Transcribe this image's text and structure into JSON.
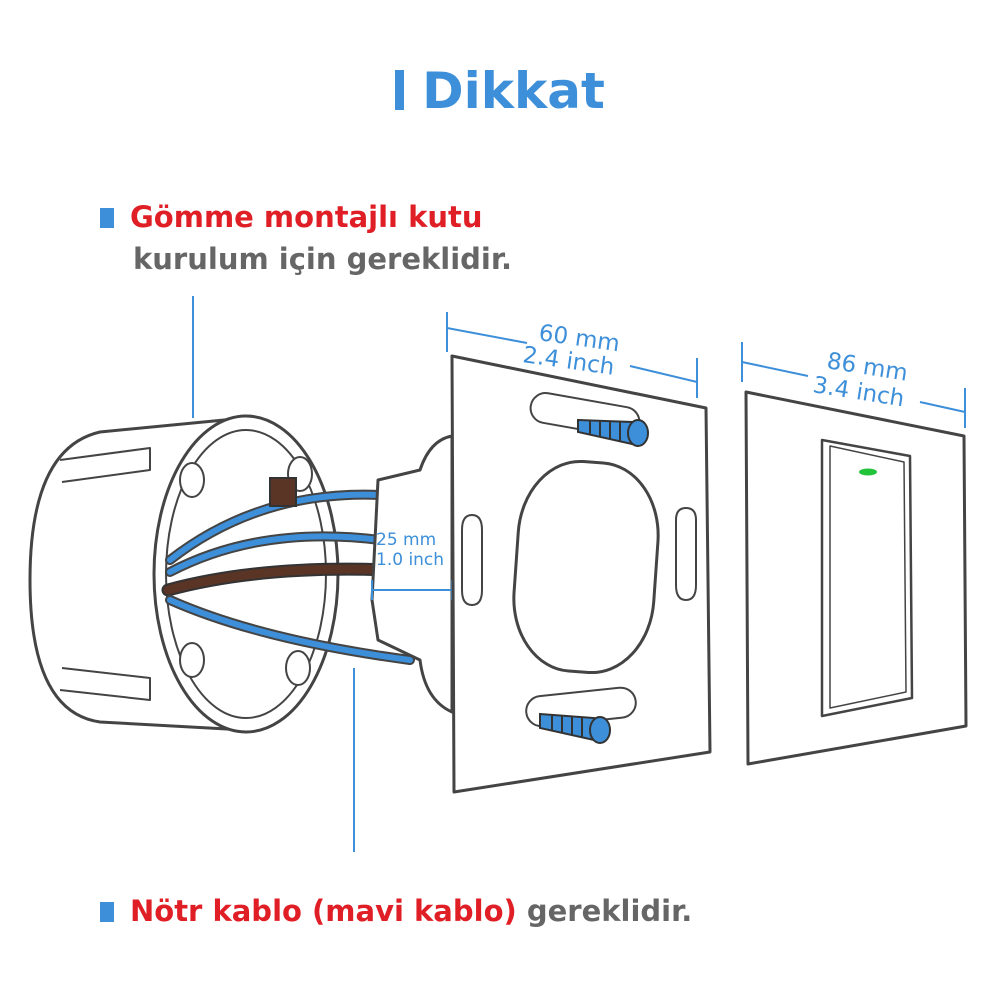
{
  "title": "Dikkat",
  "notes": {
    "box_highlight": "Gömme montajlı kutu",
    "box_rest": "kurulum için gereklidir.",
    "neutral_highlight": "Nötr kablo (mavi kablo)",
    "neutral_rest": " gereklidir."
  },
  "dimensions": {
    "frame_mm": "60 mm",
    "frame_inch": "2.4 inch",
    "panel_mm": "86 mm",
    "panel_inch": "3.4 inch",
    "depth_mm": "25 mm",
    "depth_inch": "1.0 inch"
  },
  "colors": {
    "accent": "#3d8fd9",
    "highlight": "#e01e25",
    "text_gray": "#666666",
    "wire_blue": "#3d8fd9",
    "wire_brown": "#5a3526",
    "led_green": "#22c33a"
  }
}
